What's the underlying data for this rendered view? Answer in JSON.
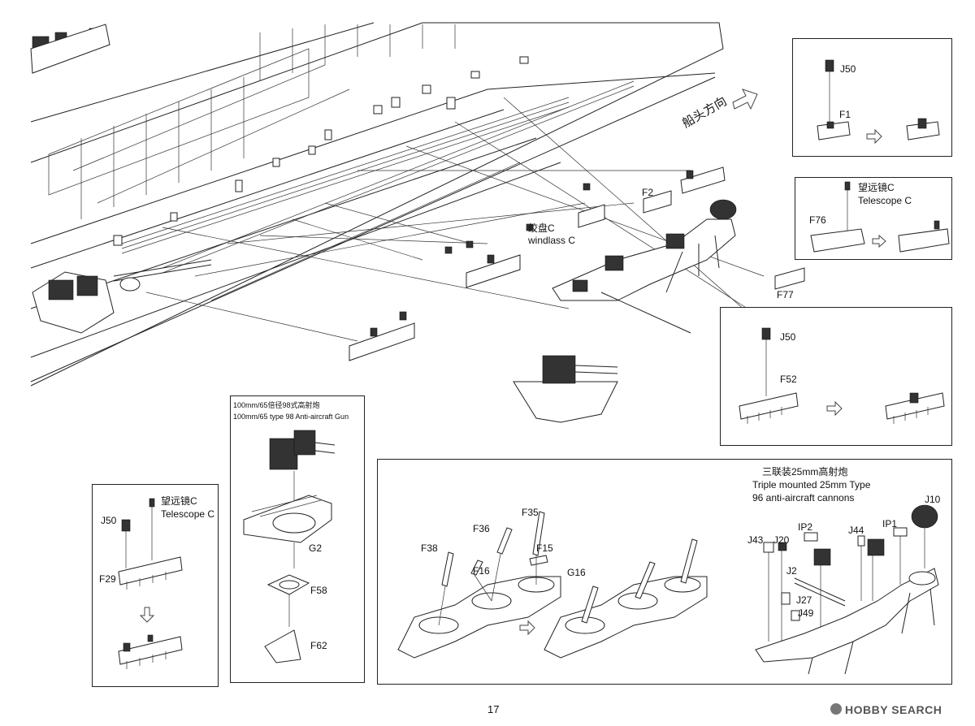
{
  "page_number": "17",
  "watermark": "HOBBY SEARCH",
  "bow_direction": "船头方向",
  "main_labels": {
    "f2": "F2",
    "windlass_cn": "绞盘C",
    "windlass_en": "windlass C",
    "f77": "F77"
  },
  "box_j50_f1": {
    "j50": "J50",
    "f1": "F1"
  },
  "box_telescope": {
    "cn": "望远镜C",
    "en": "Telescope C",
    "f76": "F76"
  },
  "box_j50_f52": {
    "j50": "J50",
    "f52": "F52"
  },
  "box_gun": {
    "title_cn": "100mm/65倍径98式高射炮",
    "title_en": "100mm/65 type 98 Anti-aircraft Gun",
    "g2": "G2",
    "f58": "F58",
    "f62": "F62"
  },
  "box_f29": {
    "j50": "J50",
    "cn": "望远镜C",
    "en": "Telescope C",
    "f29": "F29"
  },
  "box_supports": {
    "f35": "F35",
    "f36": "F36",
    "f15": "F15",
    "f38": "F38",
    "f16": "F16",
    "g16": "G16"
  },
  "box_triple": {
    "title_cn": "三联装25mm高射炮",
    "title_en1": "Triple mounted 25mm Type",
    "title_en2": "96 anti-aircraft cannons",
    "j10": "J10",
    "ip1": "IP1",
    "ip2": "IP2",
    "j44": "J44",
    "j43": "J43",
    "j20": "J20",
    "j2": "J2",
    "j27": "J27",
    "j49": "J49"
  },
  "colors": {
    "ink": "#222222",
    "paper": "#ffffff"
  }
}
